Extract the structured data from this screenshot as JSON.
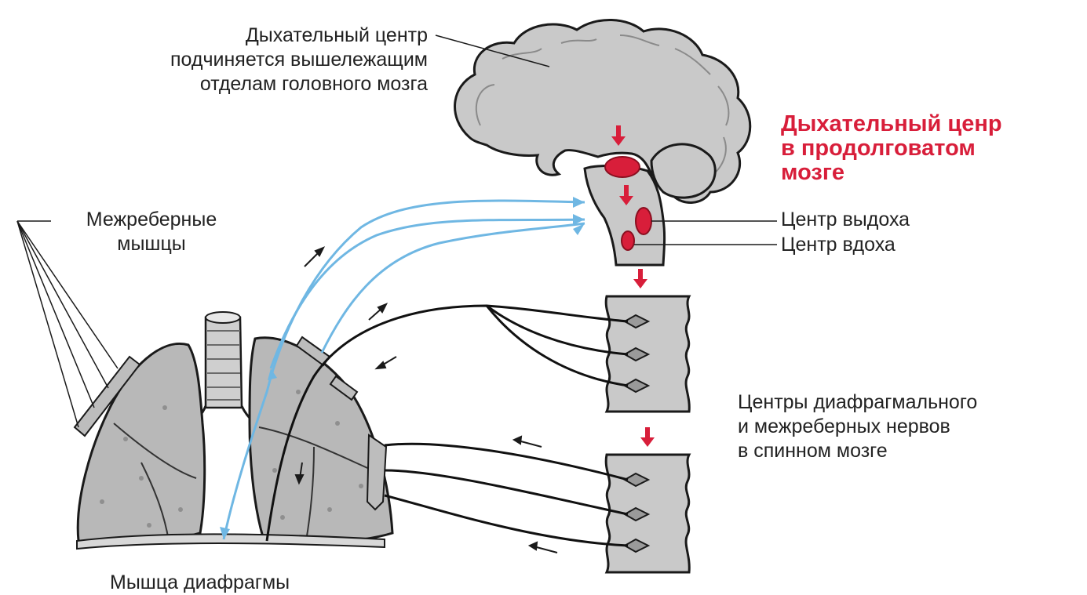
{
  "labels": {
    "brain_control": [
      "Дыхательный центр",
      "подчиняется вышележащим",
      "отделам головного мозга"
    ],
    "medulla_center": [
      "Дыхательный ценр",
      "в продолговатом",
      "мозге"
    ],
    "exhale_center": "Центр выдоха",
    "inhale_center": "Центр вдоха",
    "intercostal_muscles": [
      "Межреберные",
      "мышцы"
    ],
    "spinal_centers": [
      "Центры диафрагмального",
      "и межреберных нервов",
      "в спинном мозге"
    ],
    "diaphragm": "Мышца диафрагмы"
  },
  "colors": {
    "tissue": "#c9c9c9",
    "outline": "#1a1a1a",
    "center_red": "#d81e3a",
    "afferent_blue": "#6fb7e3",
    "nerve_black": "#111111"
  }
}
